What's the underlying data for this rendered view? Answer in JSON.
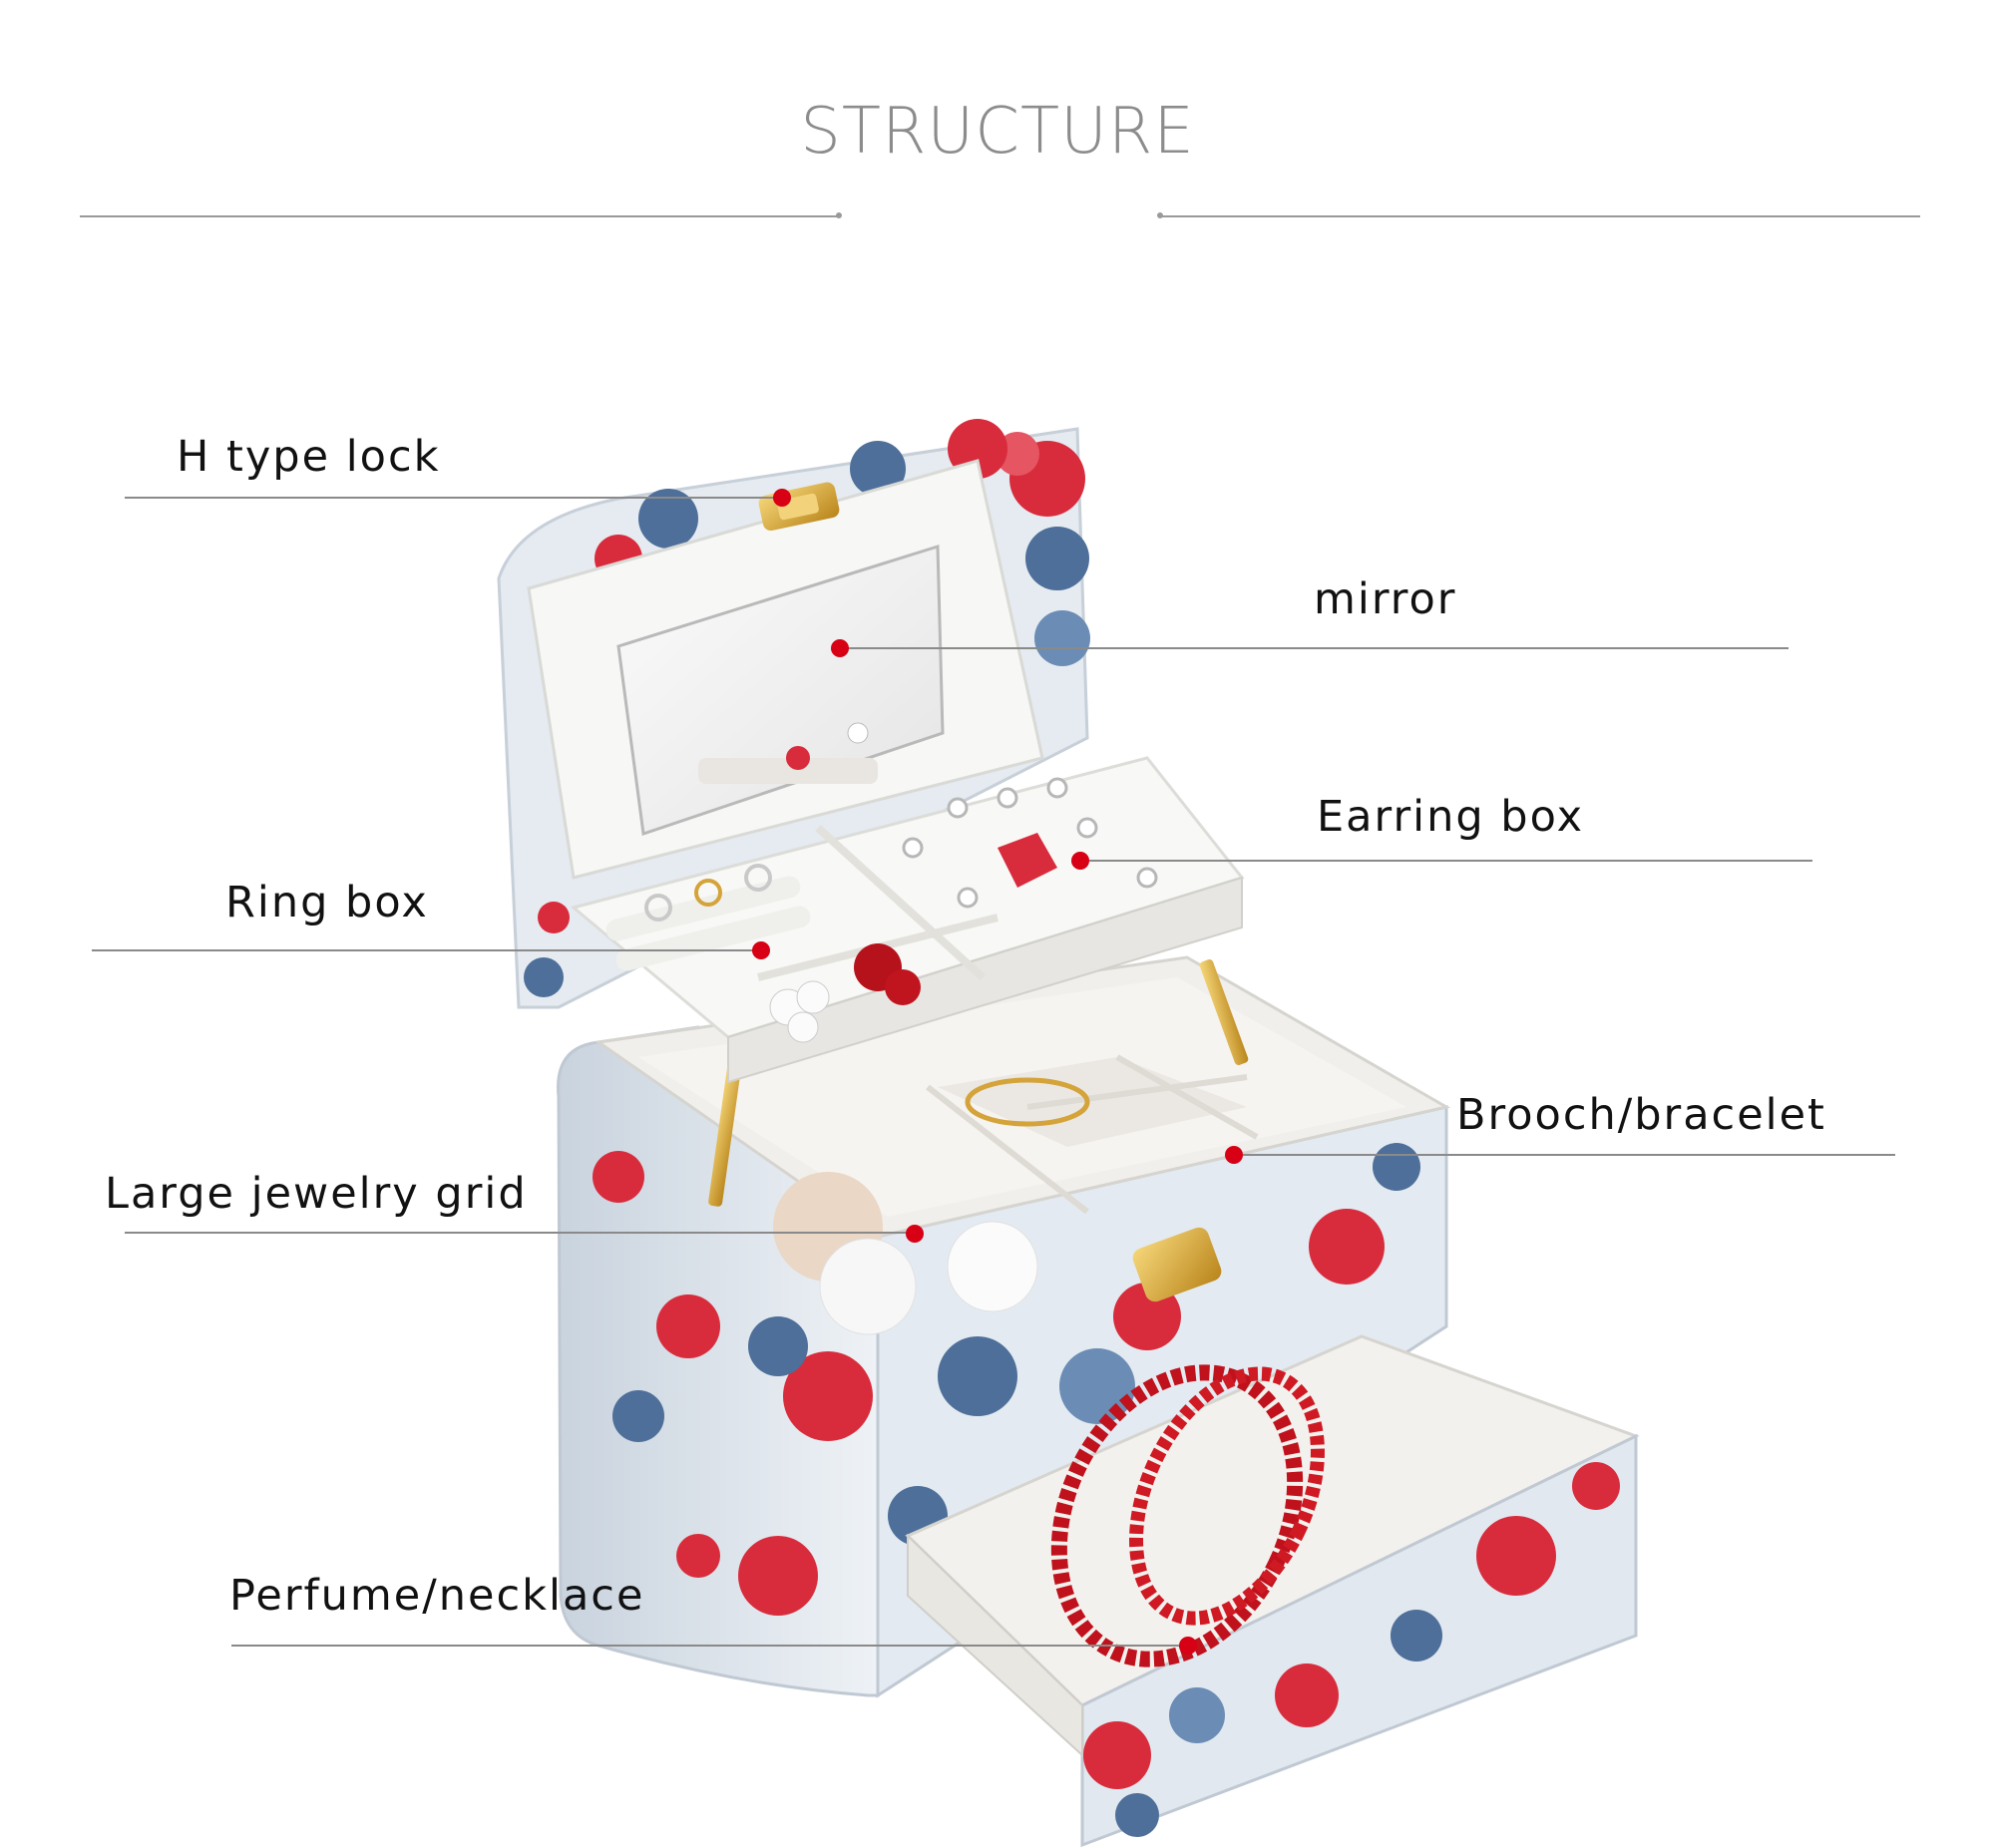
{
  "header": {
    "title": "STRUCTURE"
  },
  "colors": {
    "marker": "#d70015",
    "rule": "#9a9a9a",
    "box_base": "#dfe6ee",
    "flower_red": "#d82c3c",
    "flower_blue": "#4d6f99",
    "interior": "#f3f1ee",
    "gold": "#d9a62a"
  },
  "callouts": [
    {
      "label": "H type lock"
    },
    {
      "label": "mirror"
    },
    {
      "label": "Earring box"
    },
    {
      "label": "Ring box"
    },
    {
      "label": "Brooch/bracelet"
    },
    {
      "label": "Large jewelry grid"
    },
    {
      "label": "Perfume/necklace"
    }
  ]
}
